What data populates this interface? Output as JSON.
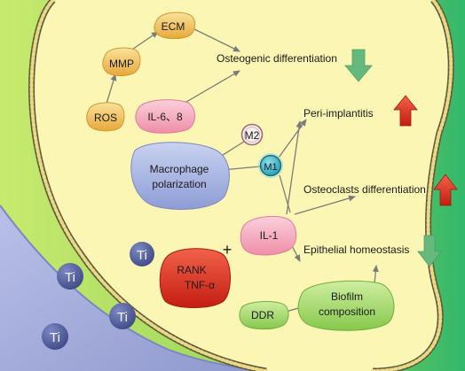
{
  "nodes": {
    "ecm": "ECM",
    "mmp": "MMP",
    "ros": "ROS",
    "il6_8": "IL-6、8",
    "m2": "M2",
    "m1": "M1",
    "macrophage_line1": "Macrophage",
    "macrophage_line2": "polarization",
    "il1": "IL-1",
    "rank_line1": "RANK",
    "rank_line2": "TNF-α",
    "ddr": "DDR",
    "biofilm_line1": "Biofilm",
    "biofilm_line2": "composition",
    "plus": "+"
  },
  "outcomes": {
    "osteogenic": {
      "label": "Osteogenic differentiation",
      "direction": "down",
      "color": "#5fb77a"
    },
    "peri_implantitis": {
      "label": "Peri-implantitis",
      "direction": "up",
      "color": "#e0201a"
    },
    "osteoclasts": {
      "label": "Osteoclasts differentiation",
      "direction": "up",
      "color": "#e0201a"
    },
    "epithelial": {
      "label": "Epithelial homeostasis",
      "direction": "down",
      "color": "#5fb77a"
    }
  },
  "ti_particles": [
    "Ti",
    "Ti",
    "Ti",
    "Ti"
  ],
  "colors": {
    "background": "#9fd85c",
    "cell_fill": "#fbf6b4",
    "membrane": "#6f6a48",
    "ti_surface": "#aab2df",
    "ti_particle": "#5663a0",
    "ecm_mmp_ros": "#f0c45c",
    "il6": "#f3a6b6",
    "il1": "#f2a9c2",
    "macrophage": "#a9b6e3",
    "m1": "#3ab7c8",
    "rank": "#e8321f",
    "ddr_biofilm": "#a7dc6a"
  }
}
